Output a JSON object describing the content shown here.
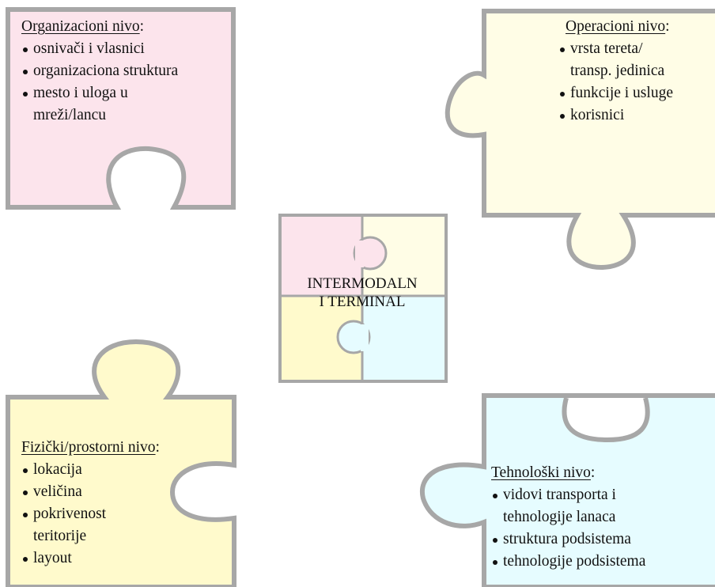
{
  "colors": {
    "pink": "#fce4ec",
    "cream": "#fffde6",
    "yellow": "#fffacc",
    "cyan": "#e6fcff",
    "outline": "#a7a7a7"
  },
  "center": {
    "line1": "INTERMODALN",
    "line2": "I TERMINAL"
  },
  "organizational": {
    "title": "Organizacioni nivo",
    "items": [
      {
        "l1": "osnivači i vlasnici",
        "l2": ""
      },
      {
        "l1": "organizaciona struktura",
        "l2": ""
      },
      {
        "l1": "mesto i uloga u",
        "l2": "mreži/lancu"
      }
    ]
  },
  "operational": {
    "title": "Operacioni nivo",
    "items": [
      {
        "l1": "vrsta tereta/",
        "l2": "transp. jedinica"
      },
      {
        "l1": "funkcije i usluge",
        "l2": ""
      },
      {
        "l1": "korisnici",
        "l2": ""
      }
    ]
  },
  "physical": {
    "title": "Fizički/prostorni nivo",
    "items": [
      {
        "l1": "lokacija",
        "l2": ""
      },
      {
        "l1": "veličina",
        "l2": ""
      },
      {
        "l1": "pokrivenost",
        "l2": "teritorije"
      },
      {
        "l1": "layout",
        "l2": ""
      }
    ]
  },
  "technological": {
    "title": "Tehnološki nivo",
    "items": [
      {
        "l1": "vidovi transporta i",
        "l2": "tehnologije lanaca"
      },
      {
        "l1": "struktura podsistema",
        "l2": ""
      },
      {
        "l1": "tehnologije podsistema",
        "l2": ""
      }
    ]
  }
}
